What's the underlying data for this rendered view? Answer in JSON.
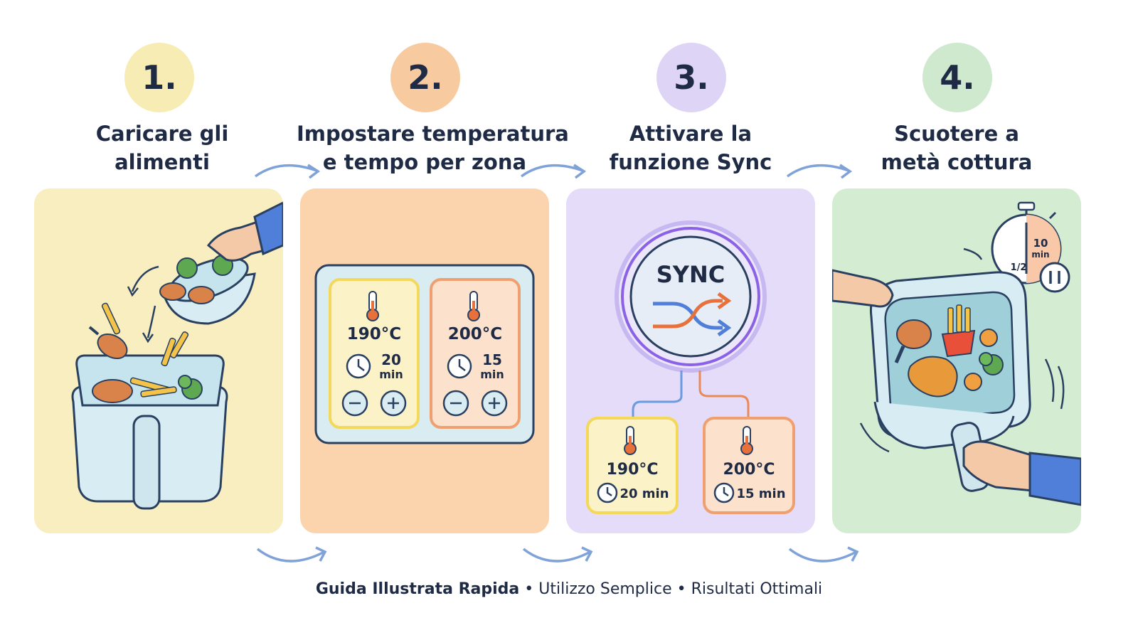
{
  "steps": [
    {
      "number": "1.",
      "title_line1": "Caricare gli",
      "title_line2": "alimenti",
      "color": "#f8eec0",
      "circle": "#f6ecb4"
    },
    {
      "number": "2.",
      "title_line1": "Impostare temperatura",
      "title_line2": "e tempo per zona",
      "color": "#fbd3ad",
      "circle": "#f8caa0"
    },
    {
      "number": "3.",
      "title_line1": "Attivare la",
      "title_line2": "funzione Sync",
      "color": "#e4dcf8",
      "circle": "#ded4f6"
    },
    {
      "number": "4.",
      "title_line1": "Scuotere a",
      "title_line2": "metà cottura",
      "color": "#d4ecd2",
      "circle": "#cfe9cf"
    }
  ],
  "zones": [
    {
      "temp": "190°C",
      "time": "20",
      "unit": "min",
      "color": "#f4d85a"
    },
    {
      "temp": "200°C",
      "time": "15",
      "unit": "min",
      "color": "#f0a070"
    }
  ],
  "sync": {
    "label": "SYNC",
    "zone1": {
      "temp": "190°C",
      "time": "20 min"
    },
    "zone2": {
      "temp": "200°C",
      "time": "15 min"
    }
  },
  "timer": {
    "minutes": "10",
    "unit": "min",
    "fraction": "1/2"
  },
  "footer": {
    "part1": "Guida Illustrata Rapida",
    "sep1": " • ",
    "part2": "Utilizzo Semplice",
    "sep2": " • ",
    "part3": "Risultati Ottimali"
  },
  "icons": {
    "thermometer": "thermometer-icon",
    "clock": "clock-icon",
    "minus": "minus-icon",
    "plus": "plus-icon",
    "sync": "sync-arrows-icon",
    "timer": "stopwatch-icon",
    "pause": "pause-icon",
    "arrow": "curved-arrow-icon"
  }
}
